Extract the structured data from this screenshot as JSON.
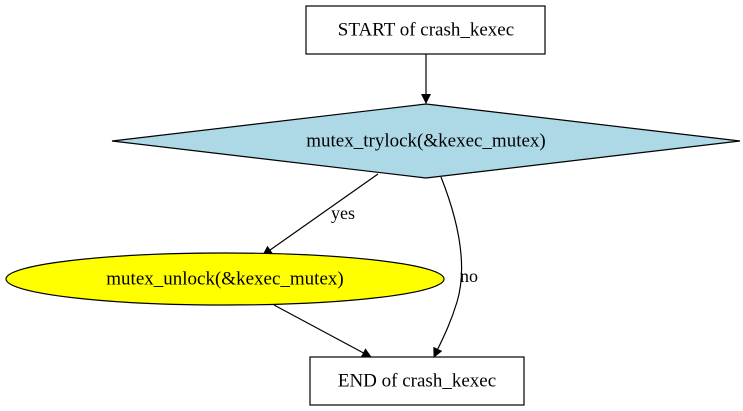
{
  "diagram": {
    "nodes": {
      "start": {
        "label": "START of crash_kexec",
        "shape": "rectangle",
        "fill": "#ffffff"
      },
      "decision": {
        "label": "mutex_trylock(&kexec_mutex)",
        "shape": "diamond",
        "fill": "#add8e6"
      },
      "unlock": {
        "label": "mutex_unlock(&kexec_mutex)",
        "shape": "ellipse",
        "fill": "#ffff00"
      },
      "end": {
        "label": "END of crash_kexec",
        "shape": "rectangle",
        "fill": "#ffffff"
      }
    },
    "edges": [
      {
        "from": "start",
        "to": "decision",
        "label": ""
      },
      {
        "from": "decision",
        "to": "unlock",
        "label": "yes"
      },
      {
        "from": "decision",
        "to": "end",
        "label": "no"
      },
      {
        "from": "unlock",
        "to": "end",
        "label": ""
      }
    ],
    "colors": {
      "stroke": "#000000",
      "background": "#ffffff"
    }
  }
}
